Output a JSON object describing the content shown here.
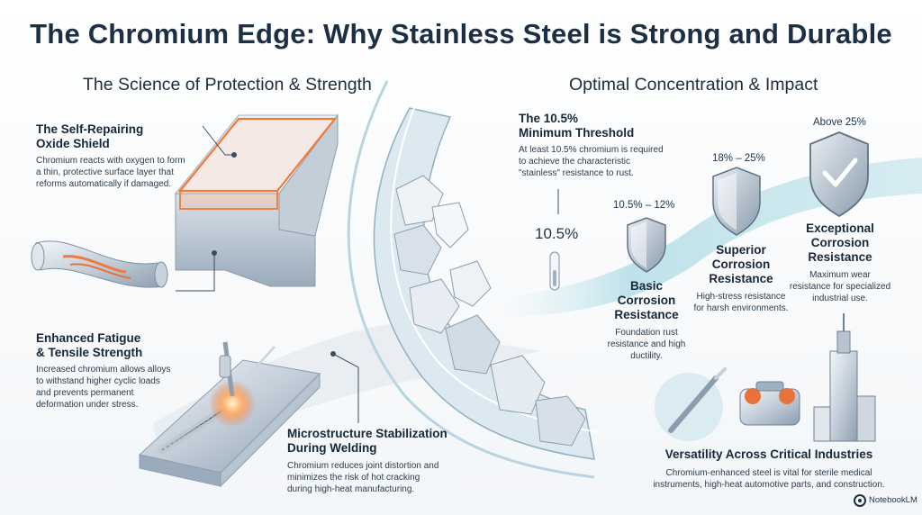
{
  "title": "The Chromium Edge: Why Stainless Steel is Strong and Durable",
  "left": {
    "heading": "The Science of Protection & Strength",
    "oxide": {
      "title_line1": "The Self-Repairing",
      "title_line2": "Oxide Shield",
      "body_lines": [
        "Chromium reacts with oxygen to form",
        "a thin, protective surface layer that",
        "reforms automatically if damaged."
      ]
    },
    "fatigue": {
      "title_line1": "Enhanced Fatigue",
      "title_line2": "& Tensile Strength",
      "body_lines": [
        "Increased chromium allows alloys",
        "to withstand higher cyclic loads",
        "and prevents permanent",
        "deformation under stress."
      ]
    },
    "welding": {
      "title_line1": "Microstructure Stabilization",
      "title_line2": "During Welding",
      "body_lines": [
        "Chromium reduces joint distortion and",
        "minimizes the risk of hot cracking",
        "during high-heat manufacturing."
      ]
    }
  },
  "right": {
    "heading": "Optimal Concentration & Impact",
    "threshold": {
      "title_line1": "The 10.5%",
      "title_line2": "Minimum Threshold",
      "body_lines": [
        "At least 10.5% chromium is required",
        "to achieve the characteristic",
        "\"stainless\" resistance to rust."
      ],
      "value_label": "10.5%"
    },
    "levels": [
      {
        "range": "10.5% – 12%",
        "title_lines": [
          "Basic",
          "Corrosion",
          "Resistance"
        ],
        "body_lines": [
          "Foundation rust",
          "resistance and high",
          "ductility."
        ]
      },
      {
        "range": "18% – 25%",
        "title_lines": [
          "Superior",
          "Corrosion",
          "Resistance"
        ],
        "body_lines": [
          "High-stress resistance",
          "for harsh environments."
        ]
      },
      {
        "range": "Above 25%",
        "title_lines": [
          "Exceptional",
          "Corrosion",
          "Resistance"
        ],
        "body_lines": [
          "Maximum wear",
          "resistance for specialized",
          "industrial use."
        ]
      }
    ],
    "industries": {
      "title": "Versatility Across Critical Industries",
      "body_lines": [
        "Chromium-enhanced steel is vital for sterile medical",
        "instruments, high-heat automotive parts, and construction."
      ]
    }
  },
  "brand": "NotebookLM",
  "colors": {
    "title": "#1c2f44",
    "accent_orange": "#f07a3a",
    "steel": "#b9c6d2",
    "teal_band": "#bfe2ea",
    "shield": "#8a9cad"
  },
  "icons": [
    "oxide-block-illustration",
    "twisted-rod-illustration",
    "welding-plate-illustration",
    "crystal-tube-illustration",
    "thermometer-icon",
    "shield-icon",
    "checkmark-shield-icon",
    "scalpel-icon",
    "engine-icon",
    "skyscraper-icon",
    "notebooklm-logo-icon"
  ]
}
